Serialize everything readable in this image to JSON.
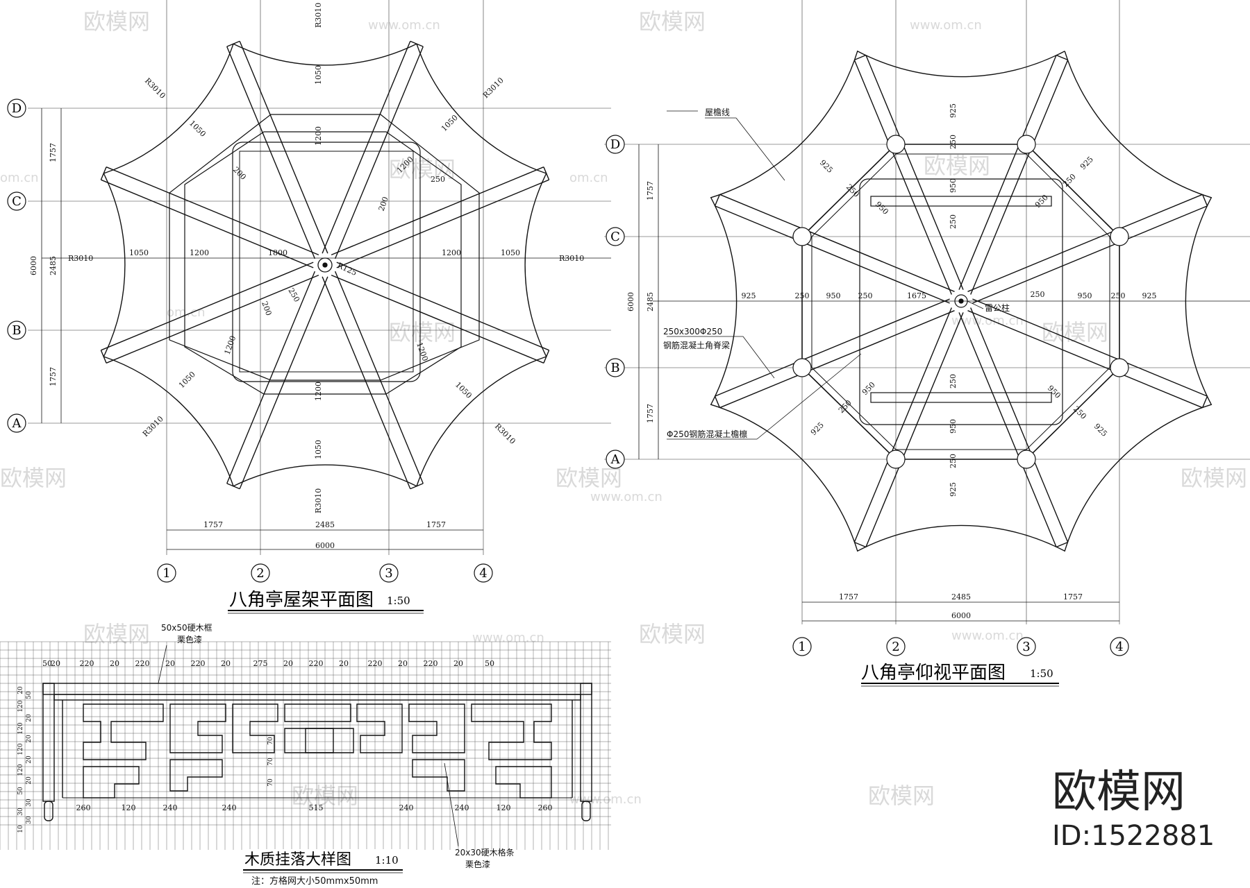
{
  "drawing1": {
    "title": "八角亭屋架平面图",
    "scale": "1:50",
    "row_axes": [
      "D",
      "C",
      "B",
      "A"
    ],
    "col_axes": [
      "1",
      "2",
      "3",
      "4"
    ],
    "dims_bottom": [
      "1757",
      "2485",
      "1757"
    ],
    "dim_total": "6000",
    "dims_left": [
      "1757",
      "2485",
      "1757"
    ],
    "dim_left_total": "6000",
    "radius_labels": [
      "R3010",
      "R3010",
      "R3010",
      "R3010",
      "R3010",
      "R3010",
      "R3010",
      "R3010"
    ],
    "center_radius": "R125",
    "dims_horizontal": [
      "1050",
      "1200",
      "1800",
      "1200",
      "1050"
    ],
    "dim_vertical_top": [
      "1050",
      "1200"
    ],
    "dim_vertical_bottom": [
      "1200",
      "1050"
    ],
    "dim_diag_1050": "1050",
    "dim_200": "200",
    "dim_250": "250",
    "dim_1200": "1200"
  },
  "drawing2": {
    "title": "八角亭仰视平面图",
    "scale": "1:50",
    "row_axes": [
      "D",
      "C",
      "B",
      "A"
    ],
    "col_axes": [
      "1",
      "2",
      "3",
      "4"
    ],
    "dims_bottom": [
      "1757",
      "2485",
      "1757"
    ],
    "dim_total": "6000",
    "dims_left": [
      "1757",
      "2485",
      "1757"
    ],
    "dim_left_total": "6000",
    "dims_horizontal": [
      "925",
      "250",
      "950",
      "250",
      "1675",
      "250",
      "950",
      "250",
      "925"
    ],
    "dims_vertical": [
      "925",
      "250",
      "950",
      "250",
      "250",
      "950",
      "250",
      "925"
    ],
    "label_eave": "屋檐线",
    "label_beam_size": "250x300Φ250",
    "label_beam": "钢筋混凝土角脊梁",
    "label_purlin": "Φ250钢筋混凝土檐檩",
    "label_post": "雷公柱",
    "dim_925": "925",
    "dim_250": "250",
    "dim_950": "950"
  },
  "drawing3": {
    "title": "木质挂落大样图",
    "scale": "1:10",
    "note": "注：方格网大小50mmx50mm",
    "label_top1": "50x50硬木框",
    "label_top2": "栗色漆",
    "label_bottom1": "20x30硬木格条",
    "label_bottom2": "栗色漆",
    "dims_top": [
      "50",
      "20",
      "220",
      "20",
      "220",
      "20",
      "220",
      "20",
      "275",
      "20",
      "220",
      "20",
      "220",
      "20",
      "220",
      "20",
      "50"
    ],
    "dims_bottom": [
      "260",
      "120",
      "240",
      "240",
      "515",
      "240",
      "240",
      "120",
      "260"
    ],
    "dims_left": [
      "20",
      "50",
      "120",
      "20",
      "120",
      "20",
      "120",
      "20",
      "120",
      "20",
      "50",
      "30",
      "30",
      "30",
      "10"
    ],
    "dims_mid": [
      "70",
      "70",
      "70"
    ]
  },
  "branding": {
    "logo_text": "欧模网",
    "id_text": "ID:1522881",
    "watermark_text": "欧模网",
    "watermark_url": "www.om.cn",
    "watermark_url_short": "om.cn"
  }
}
